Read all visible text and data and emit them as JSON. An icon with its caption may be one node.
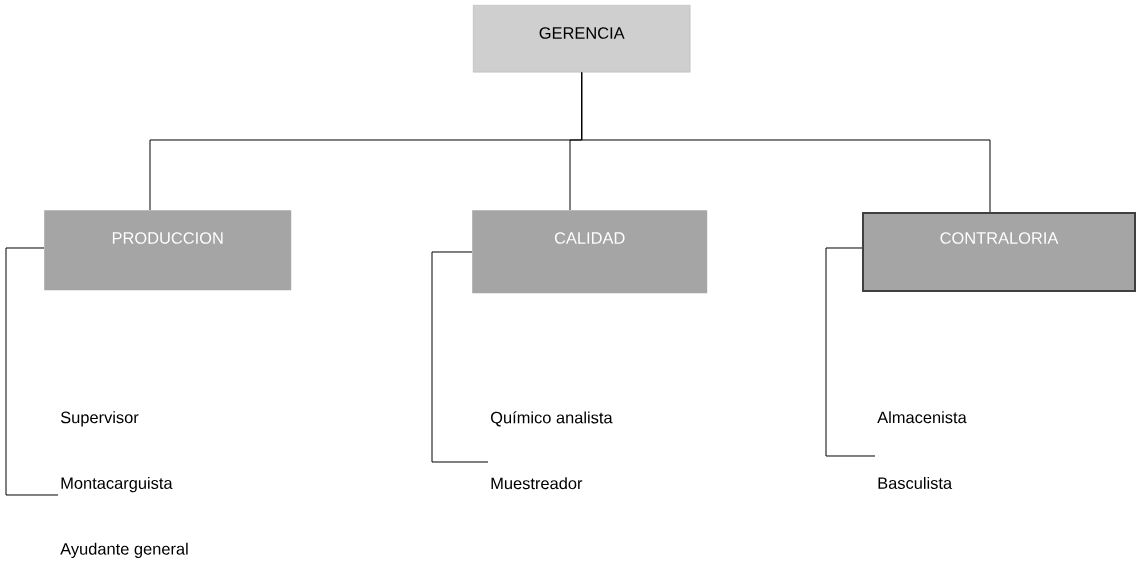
{
  "diagram": {
    "nodes": [
      {
        "text": [
          "GERENCIA"
        ]
      },
      {
        "text": [
          "PRODUCCION"
        ]
      },
      {
        "text": [
          "CALIDAD"
        ]
      },
      {
        "text": [
          "CONTRALORIA"
        ]
      },
      {
        "text": [
          "Supervisor",
          "Montacarguista",
          "Ayudante general"
        ]
      },
      {
        "text": [
          "Químico analista",
          "Muestreador"
        ]
      },
      {
        "text": [
          "Almacenista",
          "Basculista"
        ]
      }
    ],
    "edges": [
      {
        "from": 0,
        "to": 1,
        "arrow": "none"
      },
      {
        "from": 0,
        "to": 2,
        "arrow": "none"
      },
      {
        "from": 0,
        "to": 3,
        "arrow": "none"
      },
      {
        "from": 1,
        "to": 4,
        "arrow": "none"
      },
      {
        "from": 2,
        "to": 5,
        "arrow": "none"
      },
      {
        "from": 3,
        "to": 6,
        "arrow": "none"
      }
    ]
  }
}
